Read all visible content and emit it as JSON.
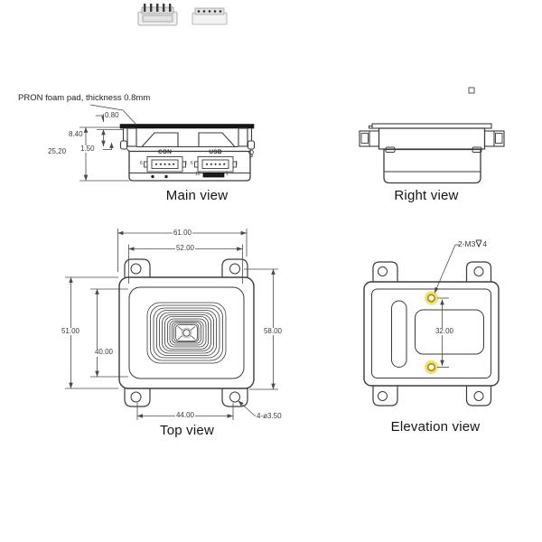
{
  "drawing": {
    "note_foam_pad": "PRON foam pad, thickness 0.8mm"
  },
  "main_view": {
    "title": "Main view",
    "dims": {
      "pad_thickness": "0.80",
      "upper_height": "8.40",
      "step_height": "1.50",
      "total_height": "25,20"
    },
    "connectors": {
      "con_label": "CON",
      "con_pin_left": "6",
      "con_pin_right": "1",
      "usb_label": "USB",
      "usb_pin_left": "6",
      "usb_pin_right": "1",
      "usb2_pin_left": "12",
      "usb2_pin_right": "1"
    }
  },
  "right_view": {
    "title": "Right view"
  },
  "top_view": {
    "title": "Top view",
    "dims": {
      "overall_width": "61.00",
      "inner_width": "52.00",
      "overall_height_left": "51.00",
      "inner_height": "40.00",
      "overall_height_right": "58.00",
      "hole_span": "44.00",
      "hole_callout": "4-ø3.50"
    }
  },
  "elevation_view": {
    "title": "Elevation view",
    "dims": {
      "screw_span": "32.00"
    },
    "thread_callout_prefix": "2-M3",
    "thread_callout_suffix": "4"
  },
  "colors": {
    "line": "#3a3a3a",
    "dim_line": "#4a4a4a",
    "foam_fill": "#161616",
    "highlight_ring": "#b29a00",
    "highlight_glow": "#eede6e"
  }
}
